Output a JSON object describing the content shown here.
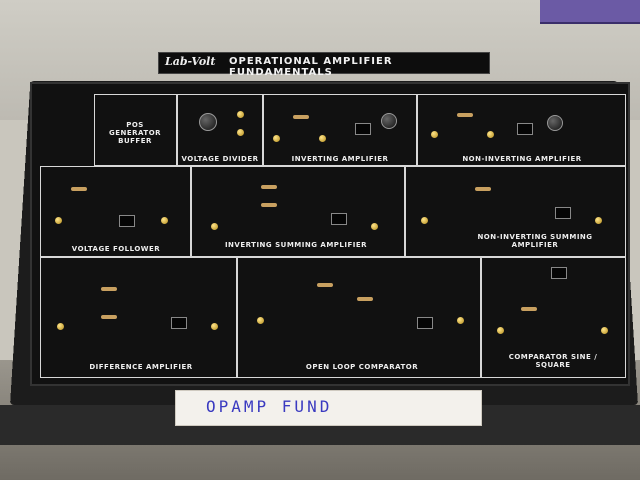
{
  "scene": {
    "description_tags": [
      "training-board",
      "circuit-panel",
      "op-amp-trainer"
    ]
  },
  "board": {
    "brand": "Lab-Volt",
    "title": "OPERATIONAL AMPLIFIER FUNDAMENTALS"
  },
  "sections": {
    "pos_gen_buffer": "POS GENERATOR BUFFER",
    "voltage_divider": "VOLTAGE DIVIDER",
    "inverting_amplifier": "INVERTING AMPLIFIER",
    "non_inverting_amplifier": "NON-INVERTING AMPLIFIER",
    "voltage_follower": "VOLTAGE FOLLOWER",
    "inverting_summing": "INVERTING SUMMING AMPLIFIER",
    "non_inverting_summing": "NON-INVERTING SUMMING AMPLIFIER",
    "difference_amplifier": "DIFFERENCE AMPLIFIER",
    "open_loop_comparator": "OPEN LOOP COMPARATOR",
    "comparator_sine_square": "COMPARATOR SINE / SQUARE"
  },
  "tape_label": "OPAMP FUND"
}
